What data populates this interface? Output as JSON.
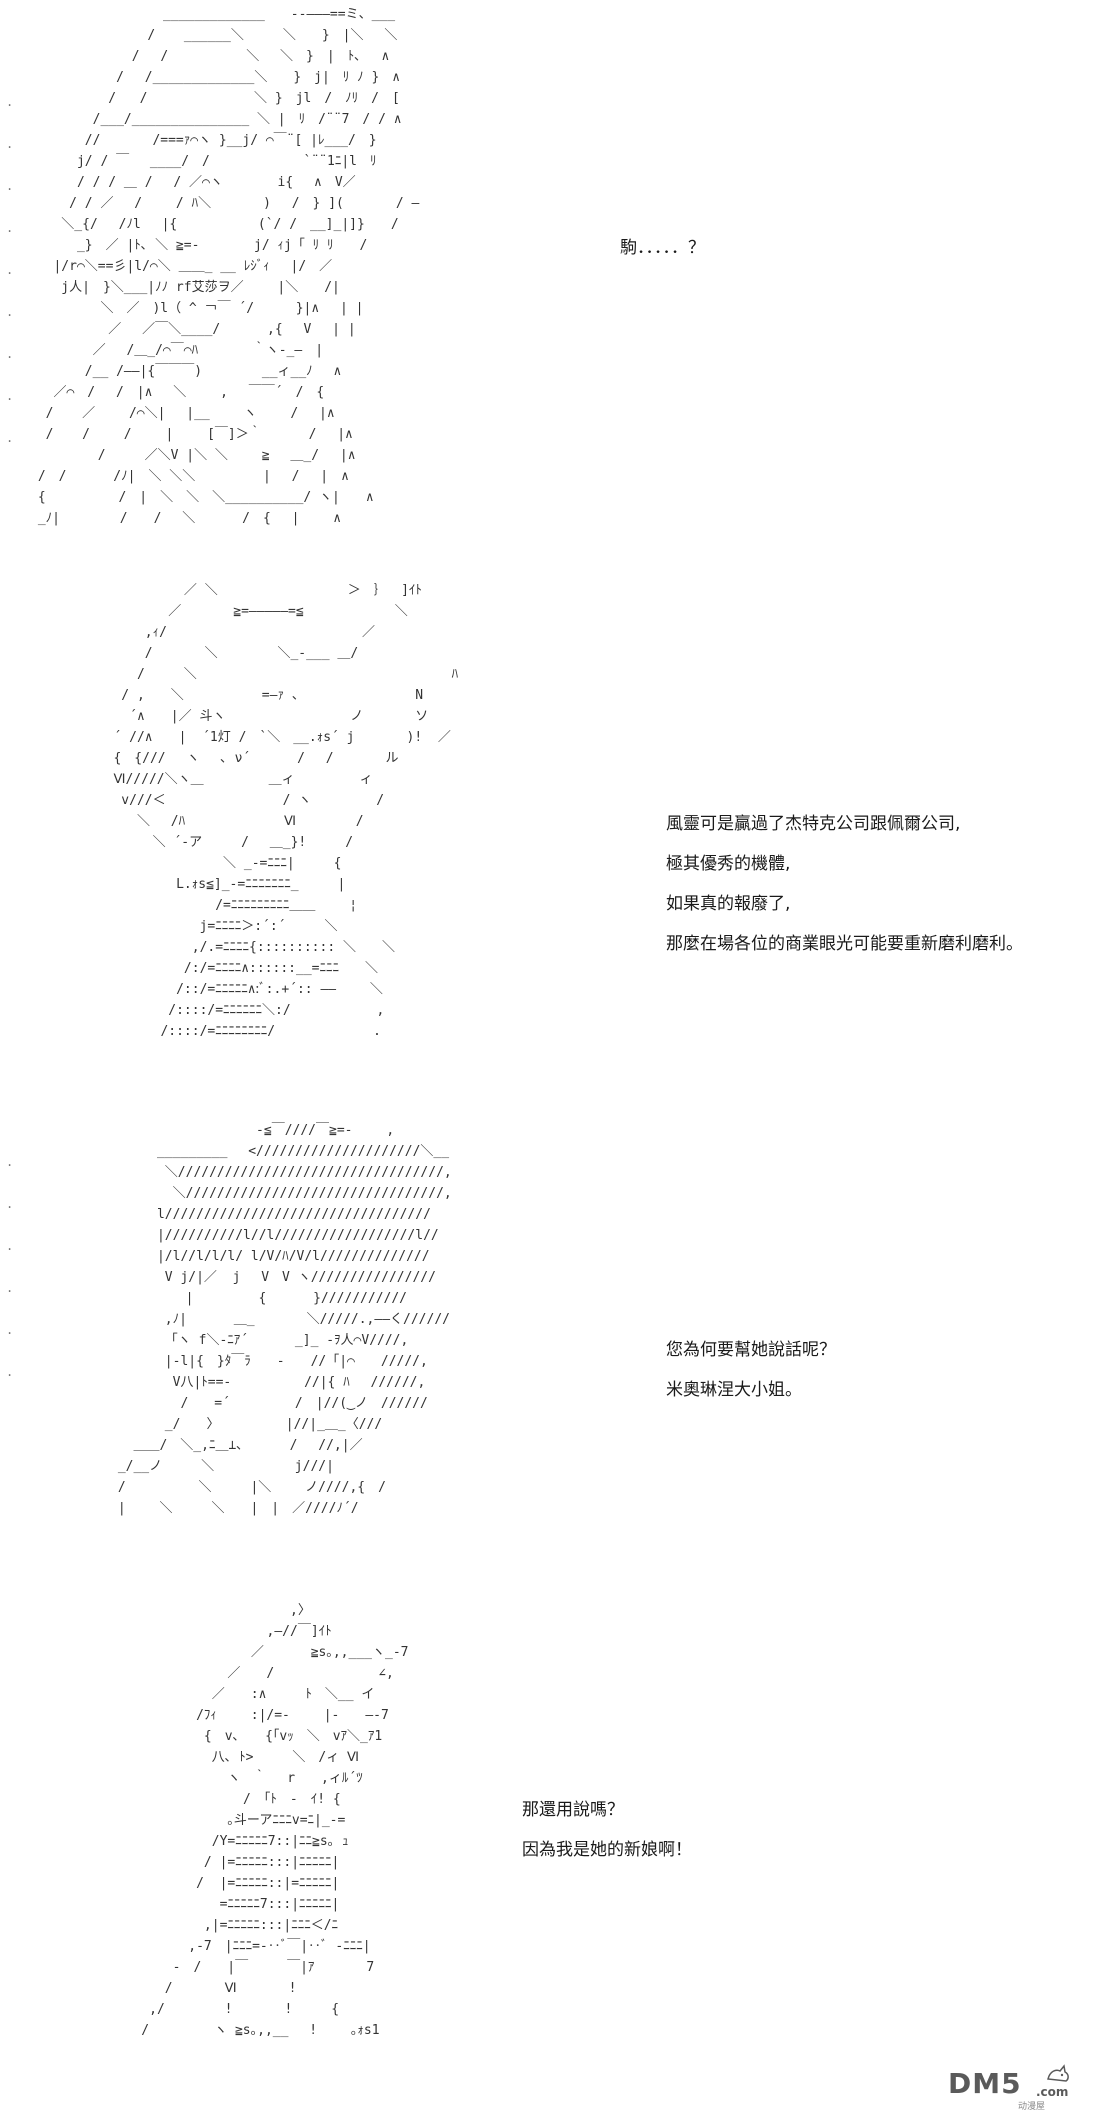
{
  "panels": [
    {
      "lines": [
        "駒．．．．．？"
      ],
      "art_lines": [
        "                 _____________　　--―――==ミ、___",
        "               /　  ______＼　　　＼　　}　|＼　 ＼",
        "             /　 /　　　　　　＼　 ＼　}　|　ﾄ､　 ∧",
        "           / 　/_____________＼　　}　j|　ﾘ ﾉ }　∧",
        "          /   /　　　　　 　　 ＼ }　jl　/　ﾉﾘ　/　[",
        "        /___/_______________ ＼ |　ﾘ　/¨¨7　/ / ∧",
        "       //　　　　/===ｧ⌒ヽ }__j/ ⌒￣¨[ |ﾚ___/　}",
        "      j/ / ￣　 ____/　/　 　　　　　 `¨¨1ﾆ|l　ﾘ",
        "      / / / ＿ /　 / ／⌒ヽ　　 　 i{　 ∧　V／",
        "     / / ／　 /　　 / ﾊ＼　　　　)　 /　} ](　　　　/ ―",
        "    ＼_{/ 　/ﾉl　 |{　　　　 　 (`/ /　__]_|]}　　/",
        "      _}　／ |ﾄ､ ＼ ≧=-　　 　 j/ ｨj「 ﾘ ﾘ　　/",
        "   |/r⌒＼==彡|l/⌒＼ ＿＿_ __ ﾚｼﾞｨ　 |/　／",
        "    j人|　}＼___|ﾉﾉ rf艾莎ヲ／　　 |＼　　/|",
        "         ＼　／　)l（ ^ ￢￣ ´/　 　 }|∧ 　| |",
        "          ／　 ／￣＼____/　　 　,{　 V　 | |",
        "        ／　 /＿_/⌒￣⌒ﾊ　　 　 ｀ヽ-_―　|",
        "       /__ /――|{￣￣￣)　 　　　__ィ__ﾉ　 ∧",
        "   ／⌒　/　 /　|∧　 ＼　　 ,　 ￣￣´　/　{",
        "  /　  ／　　 /⌒＼|　 |__　　 ヽ　　 /　 |∧",
        "  /　  /　　 /　　 |　　 [￣]＞｀　　　 /　 |∧",
        "       　/　　　／＼V |＼ ＼　　 ≧　 ＿_/　 |∧",
        " /　/　　　 /ﾉ|　＼ ＼＼　　　　  |　 /　 |　∧",
        " {　　　　　 /　|　＼　＼　＼__________/ ヽ|　　∧",
        " _ﾉ|　　 　　/　　/　 ＼　　　 /　{　 |　　 ∧"
      ]
    },
    {
      "lines": [
        "風靈可是贏過了杰特克公司跟佩爾公司,",
        "極其優秀的機體,",
        "如果真的報廢了,",
        "那麼在場各位的商業眼光可能要重新磨利磨利。"
      ],
      "art_lines": [
        "            ／ ＼　　　　　　　　　　＞　｝　 ]ｲﾄ",
        "          ／　　　　≧=―――――=≦　　　　　　　＼",
        "       ,ｨ/　　　　　　　　　　　　　　　／",
        "       /　　　　＼　 　　　＼_-___ ＿/",
        "      /　　　＼　　　　　　　 　　　　　　　　　　　　ﾊ",
        "    / ,　　＼　　　　　　=―ｧ 、　　　　　　　　　N",
        "     ´∧　　|／ 斗ヽ　　　　　　　　　 ノ　　　　ソ",
        "   ´ //∧　　|  ´1灯 /　`＼　__.ｫs´ j　　　　)!  ／",
        "   {　{///　 ヽ　 ､ ν´　　　 /　 /　　　　ル",
        "   Ⅵ/////＼ヽ＿　　　　　＿ィ　　　　　ィ",
        "    v///＜　　　　　　　　　/ ヽ　　　　　/",
        "      ＼ 　/ﾊ　　 　　　　　Ⅵ　　　　 /",
        "        ＼ ´‐ア　　　/　 ＿_}!　　　/",
        "                 ＼ _-=ﾆﾆﾆ|　　　{",
        "           L.ｫs≦]_-=ﾆﾆﾆﾆﾆﾆﾆ_　　　|",
        "                /=ﾆﾆﾆﾆﾆﾆﾆﾆﾆ＿＿　　 ¦",
        "              j=ﾆﾆﾆﾆ＞:´:´　　　＼",
        "             ,/.=ﾆﾆﾆﾆ{:::::::::: ＼　　＼",
        "            /:/=ﾆﾆﾆﾆ∧::::::__=ﾆﾆﾆ　　＼",
        "           /::/=ﾆﾆﾆﾆﾆ∧:ﾞ:.+´:: ―― 　　＼",
        "          /::::/=ﾆﾆﾆﾆﾆﾆ＼:/　　　　　　 ,",
        "         /::::/=ﾆﾆﾆﾆﾆﾆﾆﾆ/　　　　　　　 ．"
      ]
    },
    {
      "lines": [
        "您為何要幫她說話呢？",
        "米奧琳涅大小姐。"
      ],
      "art_lines": [
        "                　 -≦￣////￣≧=-　　 ,",
        "      _________　 </////////////////////＼__",
        "       ＼//////////////////////////////////,",
        "        ＼/////////////////////////////////,",
        "      l//////////////////////////////////",
        "      |//////////l//l//////////////////l//",
        "      |/l//l/l/l/ l/V/ﾊ/V/l//////////////",
        "       V j/|／  j　 V　V ヽ////////////////",
        "        　|　　　　　{ 　　　}///////////",
        "       ,ﾉ|　　　 ＿_　　　　＼/////.,――く//////",
        "       「ヽ f＼-ﾆｱ´　　　 _]_ -ｦ人⌒V////,",
        "       |-l|{　}ﾀ￣ﾗ　　-　　//「|⌒　　/////,",
        "        V八|ﾄ==-　　　　　 //|{ ﾊ　 //////,",
        "         /　　=´　　　　　/　|//(‿ノ　//////",
        "       _/　　〉　　　　　 |//|_＿_〈///",
        "   ＿＿/　＼_,ﾆ＿⊥､　　 　/ 　//,|／",
        " _/__ノ　　　＼　 　　　　 j///|",
        " /　　　　　 ＼　　　|＼　　 ノ////,{　/",
        " |　　 ＼　　　＼　　|　|　／////ﾉ´/"
      ]
    },
    {
      "lines": [
        "那還用說嗎？",
        "因為我是她的新娘啊！"
      ],
      "art_lines": [
        "                       ,〉",
        "                    ,―//￣]ｲﾄ",
        "                  ／　　　 ≧s｡,,___ヽ_-7",
        "               ／　　/　　　　　　　　∠,",
        "             ／　　:∧　　　ﾄ　＼__ イ",
        "           /ﾌｨ　　 :|/=-　　 |-　　―-7",
        "            {　v､　　{「vｯ　＼　vｱ＼_ｱ1",
        "             八､ ﾄ>　　　＼　/ィ Ⅵ",
        "               ヽ　｀　 r　　,ィﾙ´ﾂ",
        "                 /　「ﾄ　-　ｲ! {",
        "               ｡斗ーアﾆﾆﾆv=ﾆ|_-=",
        "             /Y=ﾆﾆﾆﾆﾆ7::|ﾆﾆ≧s｡ ｭ",
        "            / |=ﾆﾆﾆﾆﾆ:::|ﾆﾆﾆﾆﾆ|",
        "           /  |=ﾆﾆﾆﾆﾆ::|=ﾆﾆﾆﾆﾆ|",
        "              =ﾆﾆﾆﾆﾆ7:::|ﾆﾆﾆﾆﾆ|",
        "            ,|=ﾆﾆﾆﾆﾆ:::|ﾆﾆﾆ＜/ﾆ",
        "          ,-7　|ﾆﾆﾆ=-‥ﾞ￣|‥ﾞ -ﾆﾆﾆ|",
        "        -　/　　|￣　　　￣|ｱ　　　　7",
        "       /　　　　Ⅵ　　　　!　　　　",
        "     ,/　　　　 !　　　　!　　　{",
        "    /　　　　　ヽ ≧s｡,,__　 !　　 ｡ｫs1"
      ]
    }
  ],
  "watermark": {
    "text": "DM5",
    "suffix": ".com",
    "sub": "动漫屋"
  }
}
